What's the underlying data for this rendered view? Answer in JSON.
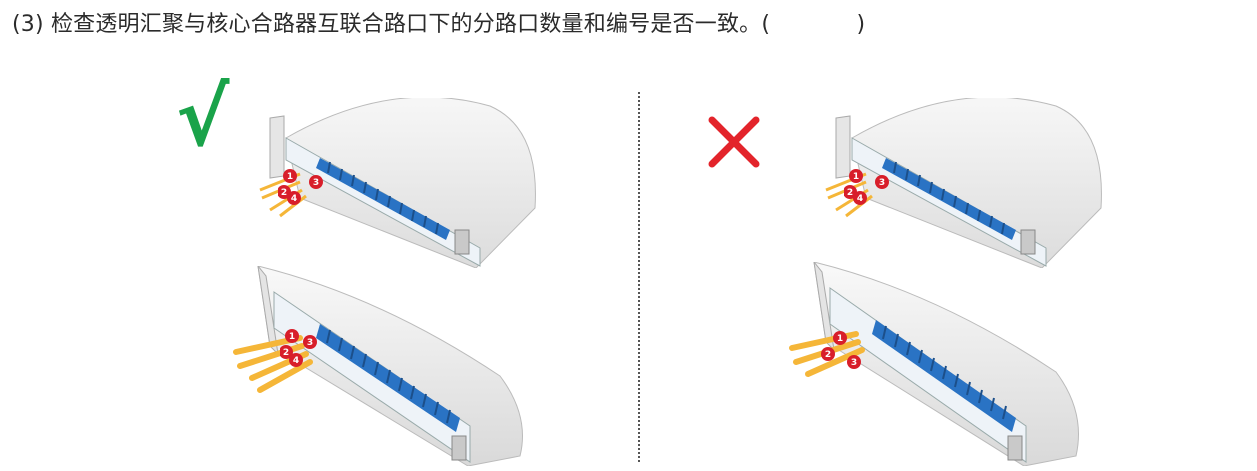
{
  "question": {
    "text": "(3) 检查透明汇聚与核心合路器互联合路口下的分路口数量和编号是否一致。(            )"
  },
  "left_panel": {
    "verdict": "correct",
    "check_symbol": "√",
    "top_device_ports": [
      "1",
      "2",
      "3",
      "4"
    ],
    "bottom_device_ports": [
      "1",
      "2",
      "3",
      "4"
    ]
  },
  "right_panel": {
    "verdict": "incorrect",
    "top_device_ports": [
      "1",
      "2",
      "3",
      "4"
    ],
    "bottom_device_ports": [
      "1",
      "2",
      "3"
    ]
  },
  "colors": {
    "check": "#1aa34a",
    "cross": "#e3242b",
    "port_badge": "#d81e2a",
    "connector": "#2a73c4",
    "fiber": "#f5b638"
  }
}
